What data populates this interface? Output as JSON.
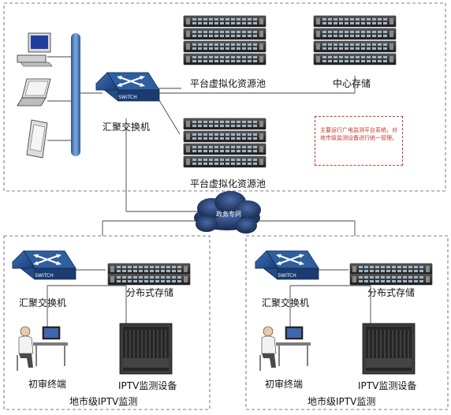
{
  "labels": {
    "top_switch": "汇聚交换机",
    "pool_top": "平台虚拟化资源池",
    "central_storage": "中心存储",
    "pool_bottom": "平台虚拟化资源池",
    "cloud": "政务专网",
    "note": "主要运行广电监测平台系统，对地市级监测设备进行统一管理。",
    "switch_text": "SWITCH"
  },
  "regions": [
    {
      "switch_label": "汇聚交换机",
      "storage_label": "分布式存储",
      "terminal_label": "初审终端",
      "device_label": "IPTV监测设备",
      "region_label": "地市级IPTV监测"
    },
    {
      "switch_label": "汇聚交换机",
      "storage_label": "分布式存储",
      "terminal_label": "初审终端",
      "device_label": "IPTV监测设备",
      "region_label": "地市级IPTV监测"
    }
  ],
  "icons": [
    "desktop-computer-icon",
    "laptop-icon",
    "tablet-icon",
    "switch-icon",
    "server-rack-icon",
    "cloud-icon",
    "operator-workstation-icon",
    "monitoring-device-icon"
  ],
  "colors": {
    "switch": "#1f4e8c",
    "cloud": "#1a2f5c",
    "note_border": "#c0392b",
    "bus": "#3a6fb5"
  }
}
